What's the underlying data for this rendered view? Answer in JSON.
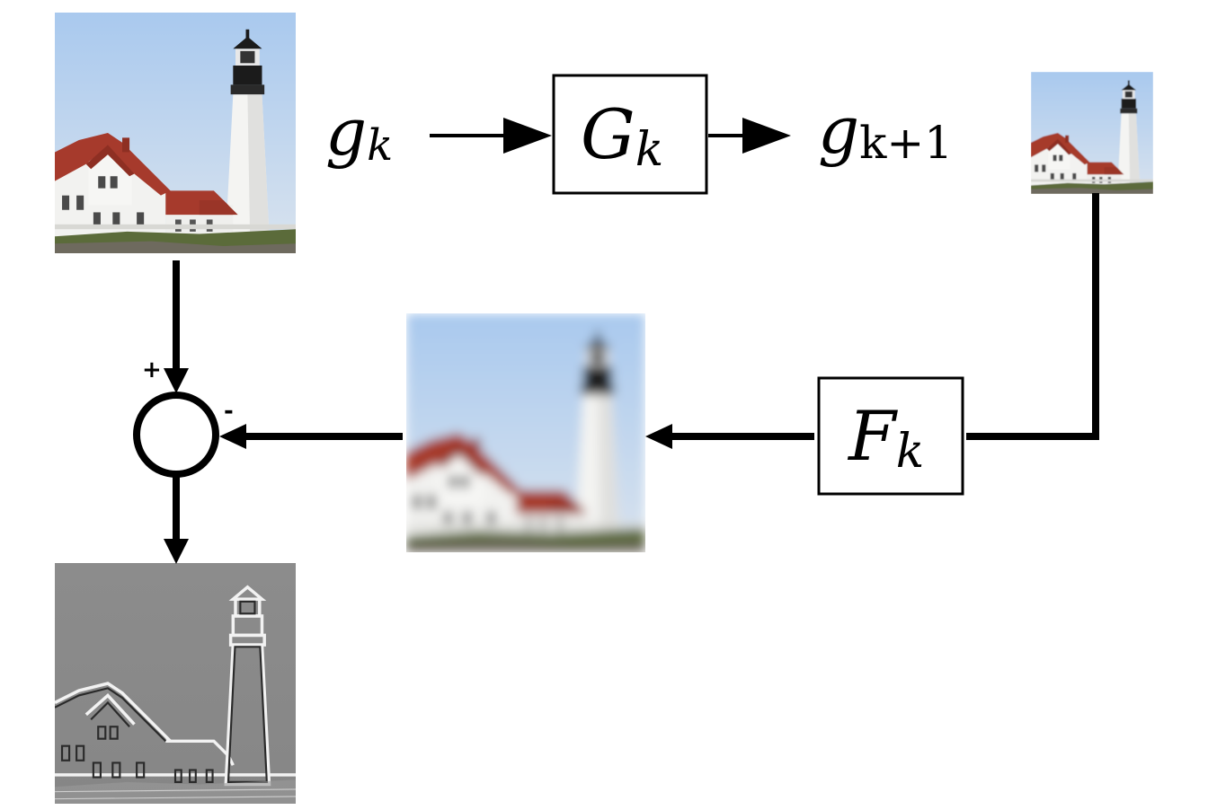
{
  "labels": {
    "g_base": "g",
    "g_sub": "k",
    "g_next_base": "g",
    "g_next_sub": "k+1",
    "G_base": "G",
    "G_sub": "k",
    "F_base": "F",
    "F_sub": "k",
    "plus": "+",
    "minus": "-"
  },
  "colors": {
    "sky": "#b9d3ee",
    "stroke": "#000000",
    "roof": "#a63a2c",
    "wall": "#f2f2f0",
    "grass": "#5b6b3a",
    "residual": "#8a8a8a"
  },
  "images": {
    "input": "lighthouse-photo",
    "downsampled": "lighthouse-photo-small",
    "upsampled": "lighthouse-photo-blurred",
    "residual": "lighthouse-residual"
  }
}
